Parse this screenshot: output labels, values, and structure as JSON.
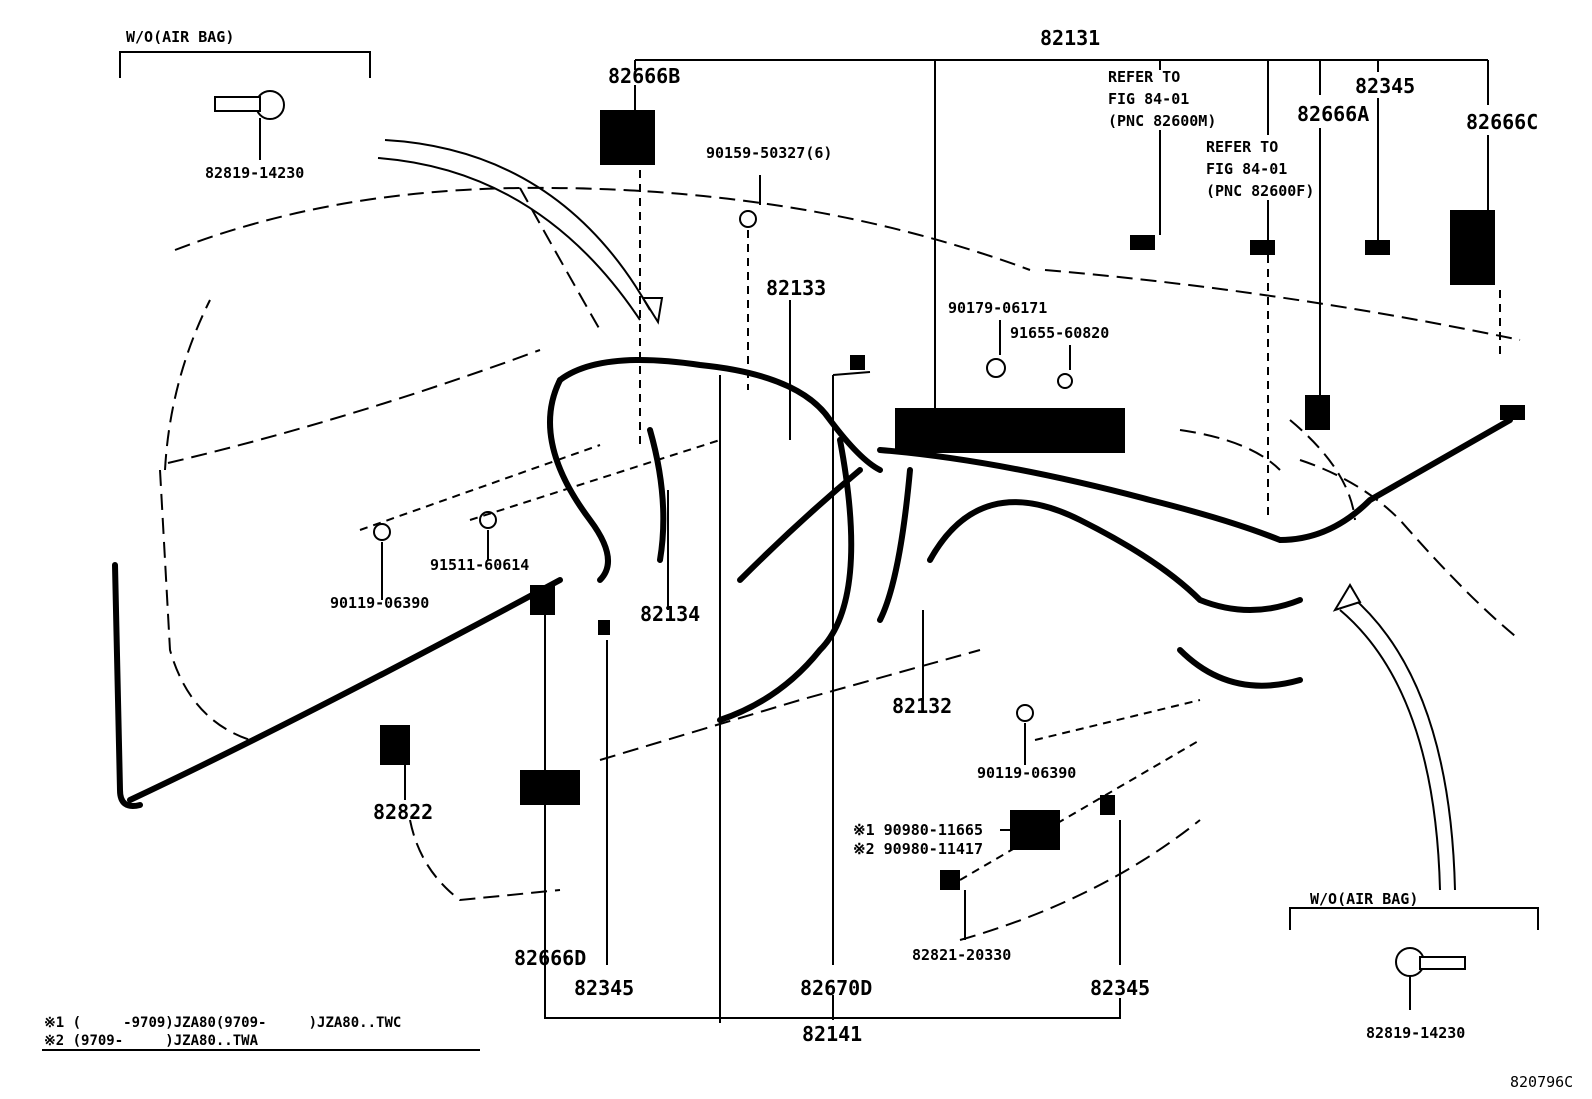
{
  "labels": {
    "wo_airbag_top": "W/O(AIR BAG)",
    "pn_82819_top": "82819-14230",
    "pn_82666B": "82666B",
    "pn_90159": "90159-50327(6)",
    "pn_82131": "82131",
    "refer1": [
      "REFER TO",
      "FIG 84-01",
      "(PNC 82600M)"
    ],
    "refer2": [
      "REFER TO",
      "FIG 84-01",
      "(PNC 82600F)"
    ],
    "pn_82345_top": "82345",
    "pn_82666A": "82666A",
    "pn_82666C": "82666C",
    "pn_82133": "82133",
    "pn_90179": "90179-06171",
    "pn_91655": "91655-60820",
    "pn_91511": "91511-60614",
    "pn_90119_left": "90119-06390",
    "pn_82134": "82134",
    "pn_82132": "82132",
    "pn_90119_right": "90119-06390",
    "pn_82822": "82822",
    "pn_90980_1": "※1 90980-11665",
    "pn_90980_2": "※2 90980-11417",
    "pn_82821": "82821-20330",
    "pn_82666D": "82666D",
    "pn_82345_l": "82345",
    "pn_82670D": "82670D",
    "pn_82345_r": "82345",
    "pn_82141": "82141",
    "wo_airbag_bottom": "W/O(AIR BAG)",
    "pn_82819_bottom": "82819-14230",
    "note1": "※1 (     -9709)JZA80(9709-     )JZA80..TWC",
    "note2": "※2 (9709-     )JZA80..TWA",
    "figure_code": "820796C"
  }
}
